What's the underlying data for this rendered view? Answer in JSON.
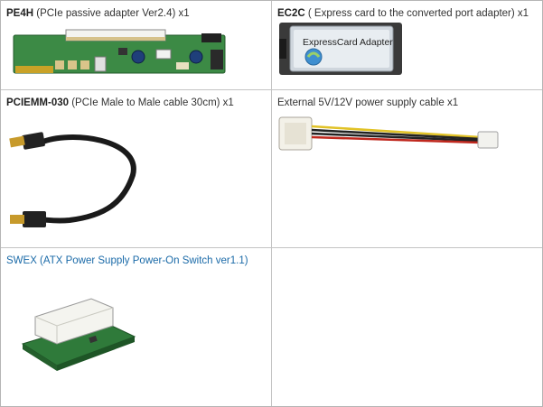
{
  "items": [
    {
      "name": "PE4H",
      "desc": " (PCIe passive adapter Ver2.4) x1"
    },
    {
      "name": "EC2C",
      "desc": " ( Express card to the converted port adapter) x1",
      "card_label": "ExpressCard Adapter"
    },
    {
      "name": "PCIEMM-030",
      "desc": " (PCIe Male to Male cable 30cm) x1"
    },
    {
      "name": "",
      "desc": "External 5V/12V power supply cable x1"
    },
    {
      "name": "",
      "desc": "SWEX (ATX Power Supply Power-On Switch ver1.1)"
    }
  ],
  "colors": {
    "link": "#1a6aa8",
    "border": "#c4c4c4",
    "pcb_green": "#2f7a3a"
  }
}
